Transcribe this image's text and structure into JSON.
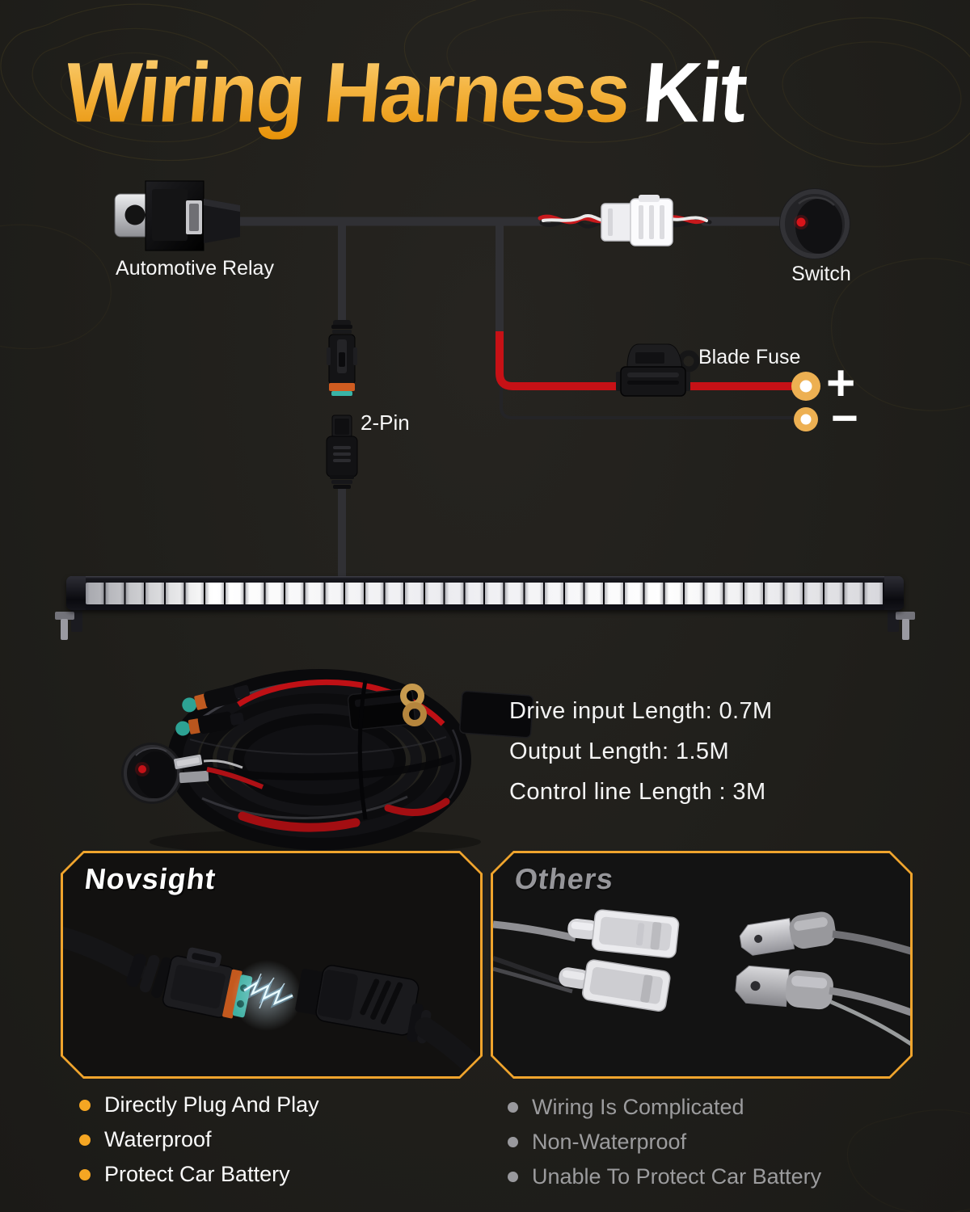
{
  "page": {
    "background": "#201f1b",
    "accent_orange": "#efa42d"
  },
  "title": {
    "main": "Wiring Harness",
    "suffix": "Kit"
  },
  "diagram": {
    "relay_label": "Automotive Relay",
    "switch_label": "Switch",
    "fuse_label": "Blade Fuse",
    "connector_label": "2-Pin",
    "plus_symbol": "+",
    "minus_symbol": "−",
    "wire_color_power": "#c61116",
    "terminal_color": "#edb052"
  },
  "specs": {
    "lines": [
      "Drive input Length: 0.7M",
      "Output Length: 1.5M",
      "Control line Length : 3M"
    ]
  },
  "comparison": {
    "novsight": {
      "title": "Novsight",
      "points": [
        "Directly Plug And Play",
        "Waterproof",
        "Protect Car Battery"
      ]
    },
    "others": {
      "title": "Others",
      "points": [
        "Wiring Is Complicated",
        "Non-Waterproof",
        "Unable To Protect Car Battery"
      ]
    }
  }
}
